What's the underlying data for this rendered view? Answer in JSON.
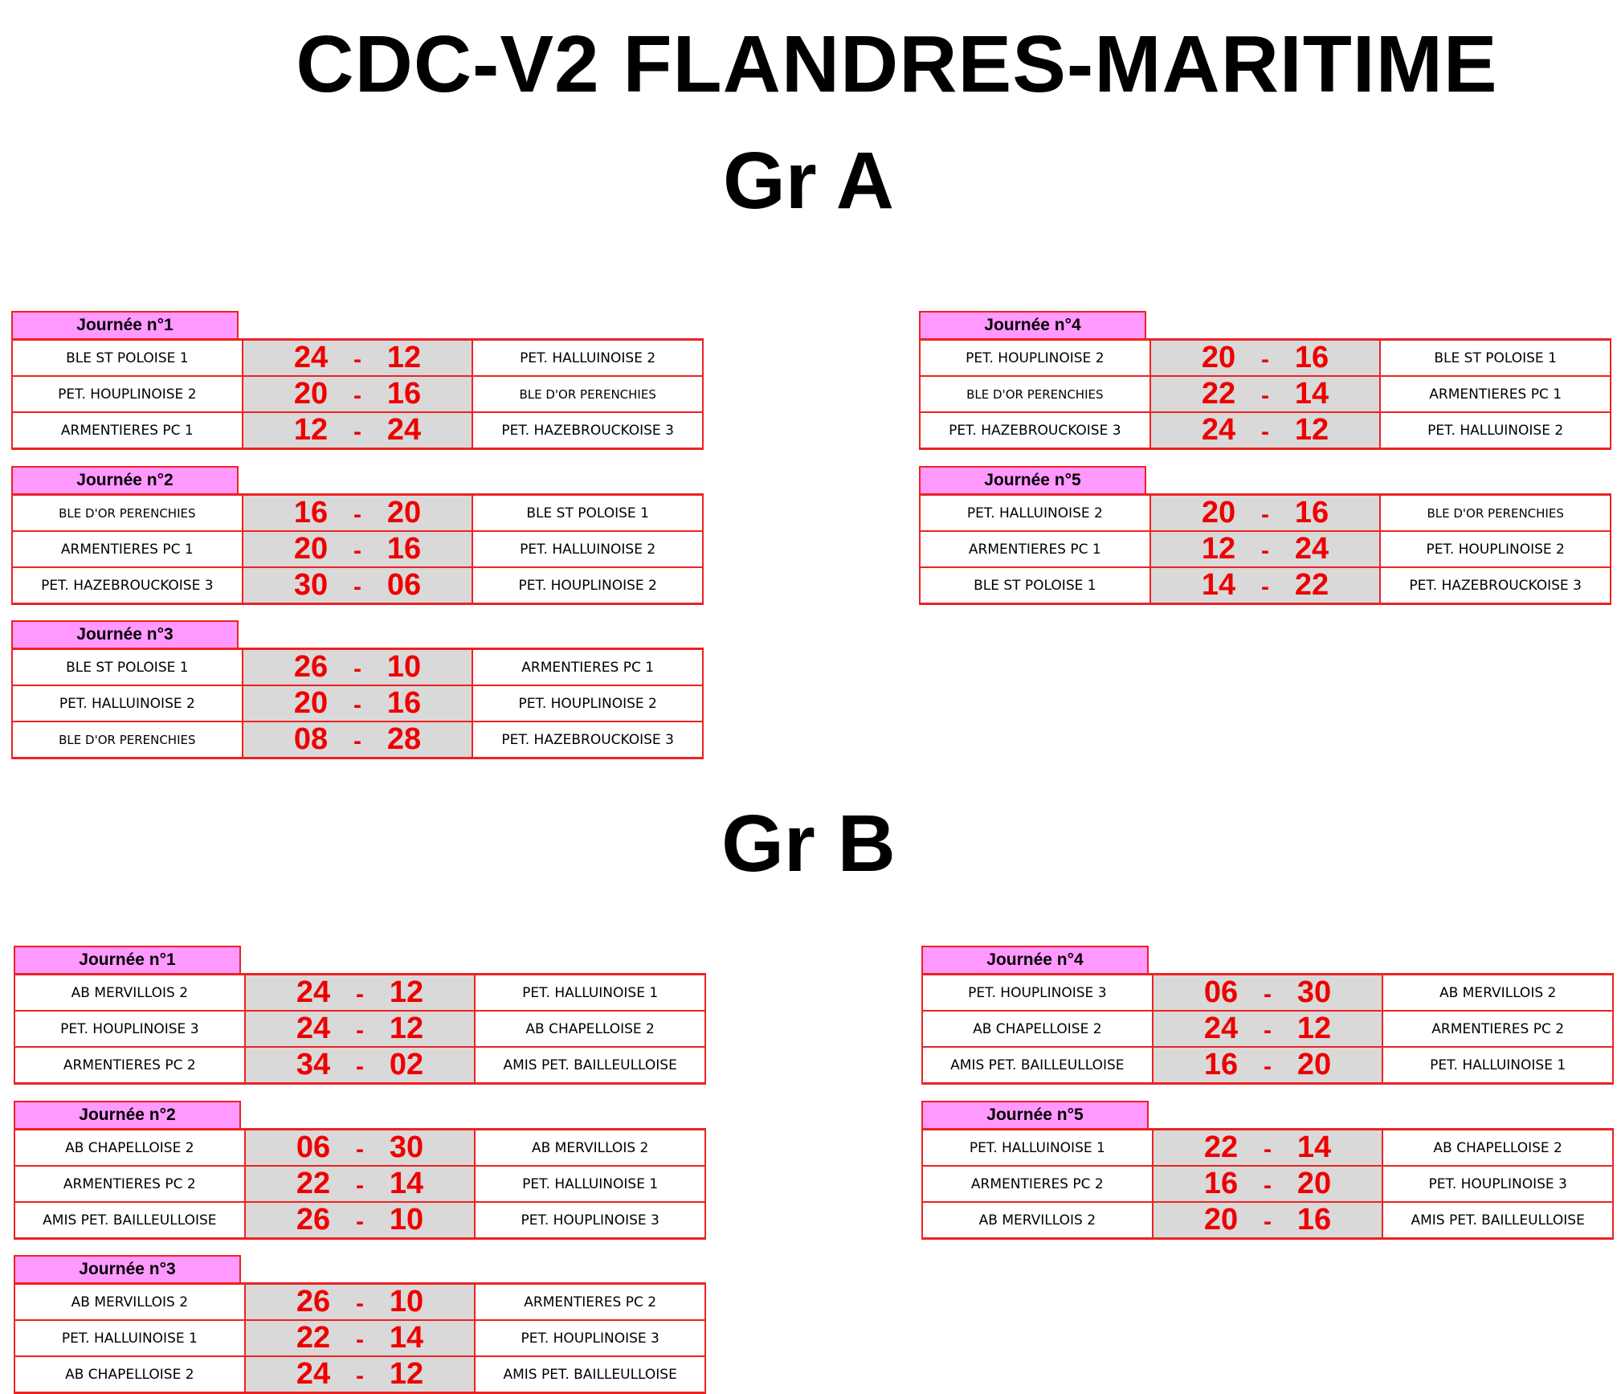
{
  "title": "CDC-V2 FLANDRES-MARITIME",
  "groups": [
    {
      "name": "Gr A",
      "journees": [
        {
          "label": "Journée n°1",
          "matches": [
            {
              "home": "BLE ST POLOISE 1",
              "home_score": "24",
              "sep": "-",
              "away_score": "12",
              "away": "PET. HALLUINOISE 2"
            },
            {
              "home": "PET. HOUPLINOISE 2",
              "home_score": "20",
              "sep": "-",
              "away_score": "16",
              "away": "BLE D'OR PERENCHIES"
            },
            {
              "home": "ARMENTIERES PC 1",
              "home_score": "12",
              "sep": "-",
              "away_score": "24",
              "away": "PET. HAZEBROUCKOISE 3"
            }
          ]
        },
        {
          "label": "Journée n°2",
          "matches": [
            {
              "home": "BLE D'OR PERENCHIES",
              "home_score": "16",
              "sep": "-",
              "away_score": "20",
              "away": "BLE ST POLOISE 1"
            },
            {
              "home": "ARMENTIERES PC 1",
              "home_score": "20",
              "sep": "-",
              "away_score": "16",
              "away": "PET. HALLUINOISE 2"
            },
            {
              "home": "PET. HAZEBROUCKOISE 3",
              "home_score": "30",
              "sep": "-",
              "away_score": "06",
              "away": "PET. HOUPLINOISE 2"
            }
          ]
        },
        {
          "label": "Journée n°3",
          "matches": [
            {
              "home": "BLE ST POLOISE 1",
              "home_score": "26",
              "sep": "-",
              "away_score": "10",
              "away": "ARMENTIERES PC 1"
            },
            {
              "home": "PET. HALLUINOISE 2",
              "home_score": "20",
              "sep": "-",
              "away_score": "16",
              "away": "PET. HOUPLINOISE 2"
            },
            {
              "home": "BLE D'OR PERENCHIES",
              "home_score": "08",
              "sep": "-",
              "away_score": "28",
              "away": "PET. HAZEBROUCKOISE 3"
            }
          ]
        },
        {
          "label": "Journée n°4",
          "matches": [
            {
              "home": "PET. HOUPLINOISE 2",
              "home_score": "20",
              "sep": "-",
              "away_score": "16",
              "away": "BLE ST POLOISE 1"
            },
            {
              "home": "BLE D'OR PERENCHIES",
              "home_score": "22",
              "sep": "-",
              "away_score": "14",
              "away": "ARMENTIERES PC 1"
            },
            {
              "home": "PET. HAZEBROUCKOISE 3",
              "home_score": "24",
              "sep": "-",
              "away_score": "12",
              "away": "PET. HALLUINOISE 2"
            }
          ]
        },
        {
          "label": "Journée n°5",
          "matches": [
            {
              "home": "PET. HALLUINOISE 2",
              "home_score": "20",
              "sep": "-",
              "away_score": "16",
              "away": "BLE D'OR PERENCHIES"
            },
            {
              "home": "ARMENTIERES PC 1",
              "home_score": "12",
              "sep": "-",
              "away_score": "24",
              "away": "PET. HOUPLINOISE 2"
            },
            {
              "home": "BLE ST POLOISE 1",
              "home_score": "14",
              "sep": "-",
              "away_score": "22",
              "away": "PET. HAZEBROUCKOISE 3"
            }
          ]
        }
      ]
    },
    {
      "name": "Gr B",
      "journees": [
        {
          "label": "Journée n°1",
          "matches": [
            {
              "home": "AB MERVILLOIS 2",
              "home_score": "24",
              "sep": "-",
              "away_score": "12",
              "away": "PET. HALLUINOISE 1"
            },
            {
              "home": "PET. HOUPLINOISE 3",
              "home_score": "24",
              "sep": "-",
              "away_score": "12",
              "away": "AB CHAPELLOISE 2"
            },
            {
              "home": "ARMENTIERES PC 2",
              "home_score": "34",
              "sep": "-",
              "away_score": "02",
              "away": "AMIS PET. BAILLEULLOISE"
            }
          ]
        },
        {
          "label": "Journée n°2",
          "matches": [
            {
              "home": "AB CHAPELLOISE 2",
              "home_score": "06",
              "sep": "-",
              "away_score": "30",
              "away": "AB MERVILLOIS 2"
            },
            {
              "home": "ARMENTIERES PC 2",
              "home_score": "22",
              "sep": "-",
              "away_score": "14",
              "away": "PET. HALLUINOISE 1"
            },
            {
              "home": "AMIS PET. BAILLEULLOISE",
              "home_score": "26",
              "sep": "-",
              "away_score": "10",
              "away": "PET. HOUPLINOISE 3"
            }
          ]
        },
        {
          "label": "Journée n°3",
          "matches": [
            {
              "home": "AB MERVILLOIS 2",
              "home_score": "26",
              "sep": "-",
              "away_score": "10",
              "away": "ARMENTIERES PC 2"
            },
            {
              "home": "PET. HALLUINOISE 1",
              "home_score": "22",
              "sep": "-",
              "away_score": "14",
              "away": "PET. HOUPLINOISE 3"
            },
            {
              "home": "AB CHAPELLOISE 2",
              "home_score": "24",
              "sep": "-",
              "away_score": "12",
              "away": "AMIS PET. BAILLEULLOISE"
            }
          ]
        },
        {
          "label": "Journée n°4",
          "matches": [
            {
              "home": "PET. HOUPLINOISE 3",
              "home_score": "06",
              "sep": "-",
              "away_score": "30",
              "away": "AB MERVILLOIS 2"
            },
            {
              "home": "AB CHAPELLOISE 2",
              "home_score": "24",
              "sep": "-",
              "away_score": "12",
              "away": "ARMENTIERES PC 2"
            },
            {
              "home": "AMIS PET. BAILLEULLOISE",
              "home_score": "16",
              "sep": "-",
              "away_score": "20",
              "away": "PET. HALLUINOISE 1"
            }
          ]
        },
        {
          "label": "Journée n°5",
          "matches": [
            {
              "home": "PET. HALLUINOISE 1",
              "home_score": "22",
              "sep": "-",
              "away_score": "14",
              "away": "AB CHAPELLOISE 2"
            },
            {
              "home": "ARMENTIERES PC 2",
              "home_score": "16",
              "sep": "-",
              "away_score": "20",
              "away": "PET. HOUPLINOISE 3"
            },
            {
              "home": "AB MERVILLOIS 2",
              "home_score": "20",
              "sep": "-",
              "away_score": "16",
              "away": "AMIS PET. BAILLEULLOISE"
            }
          ]
        }
      ]
    }
  ]
}
